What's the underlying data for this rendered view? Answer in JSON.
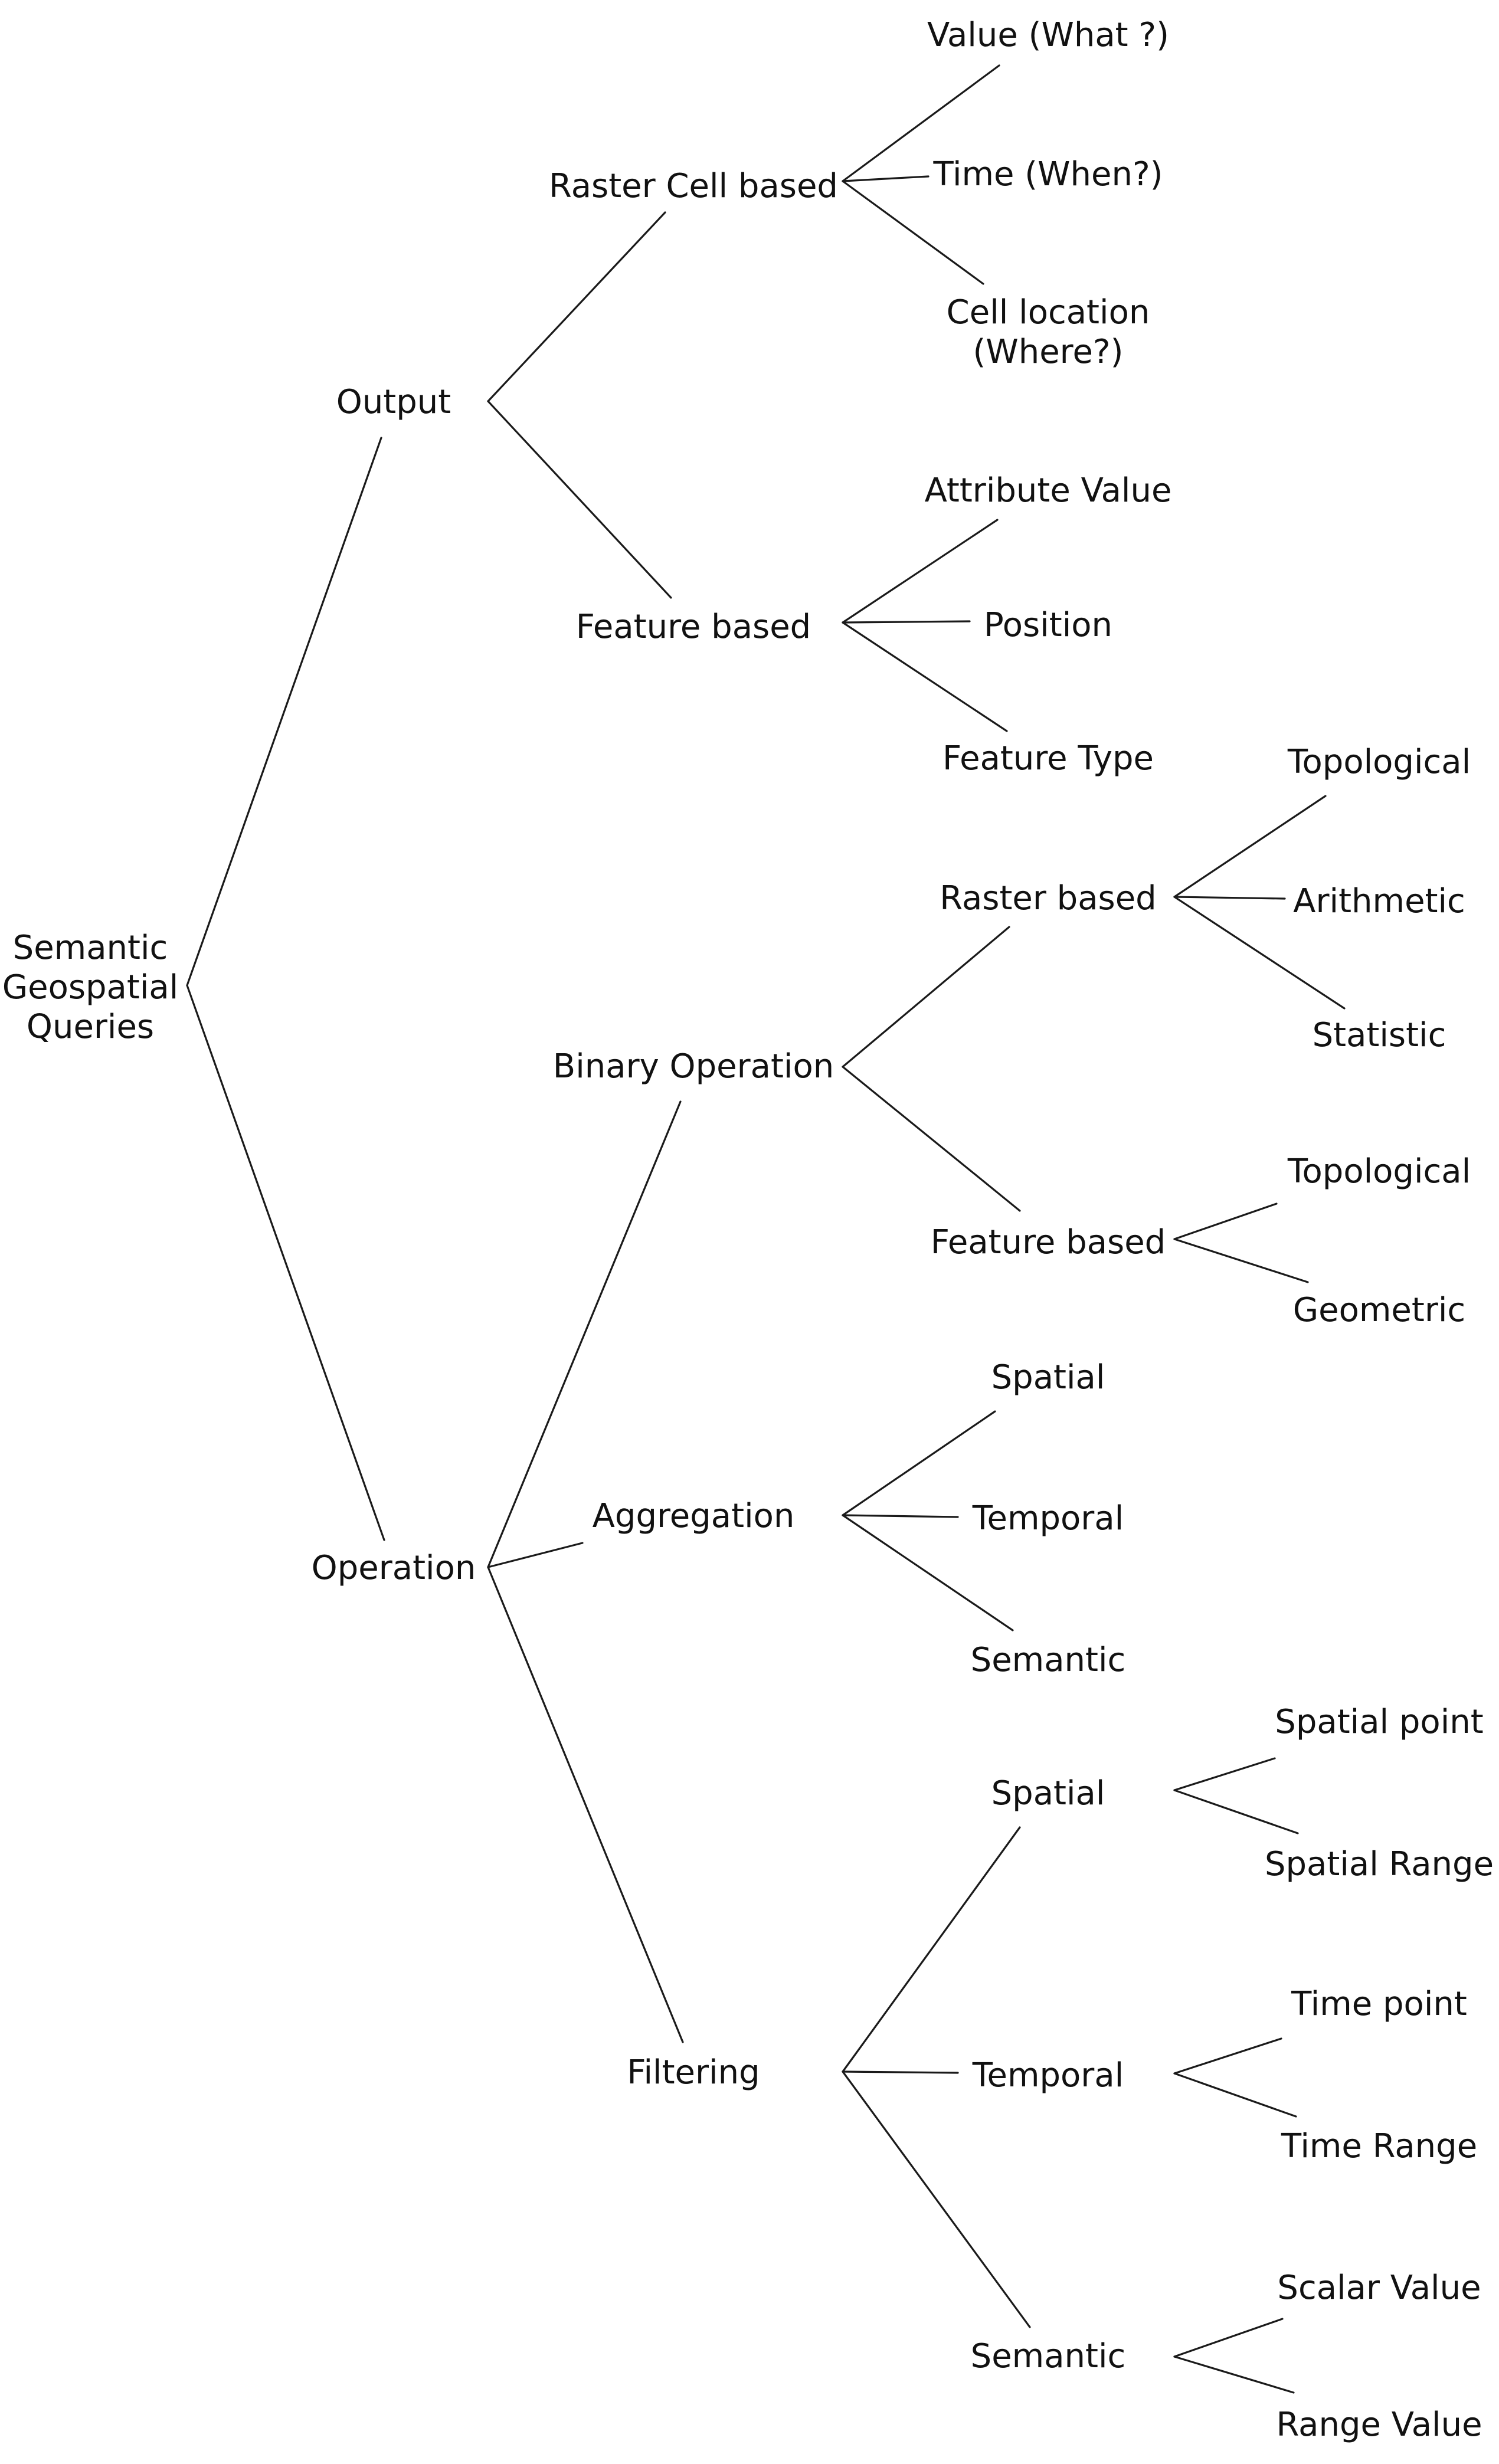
{
  "tree": {
    "root": [
      "Semantic",
      "Geospatial",
      "Queries"
    ],
    "output": {
      "label": "Output",
      "raster_cell": {
        "label": "Raster Cell based",
        "children": {
          "value": "Value (What ?)",
          "time": "Time (When?)",
          "cell_location": [
            "Cell location",
            "(Where?)"
          ]
        }
      },
      "feature": {
        "label": "Feature based",
        "children": {
          "attribute": "Attribute Value",
          "position": "Position",
          "feature_type": "Feature Type"
        }
      }
    },
    "operation": {
      "label": "Operation",
      "binary": {
        "label": "Binary Operation",
        "raster": {
          "label": "Raster based",
          "children": {
            "topological": "Topological",
            "arithmetic": "Arithmetic",
            "statistic": "Statistic"
          }
        },
        "feature": {
          "label": "Feature based",
          "children": {
            "topological": "Topological",
            "geometric": "Geometric"
          }
        }
      },
      "aggregation": {
        "label": "Aggregation",
        "children": {
          "spatial": "Spatial",
          "temporal": "Temporal",
          "semantic": "Semantic"
        }
      },
      "filtering": {
        "label": "Filtering",
        "spatial": {
          "label": "Spatial",
          "children": {
            "point": "Spatial point",
            "range": "Spatial Range"
          }
        },
        "temporal": {
          "label": "Temporal",
          "children": {
            "point": "Time point",
            "range": "Time Range"
          }
        },
        "semantic": {
          "label": "Semantic",
          "children": {
            "scalar": "Scalar Value",
            "range": "Range Value"
          }
        }
      }
    }
  }
}
